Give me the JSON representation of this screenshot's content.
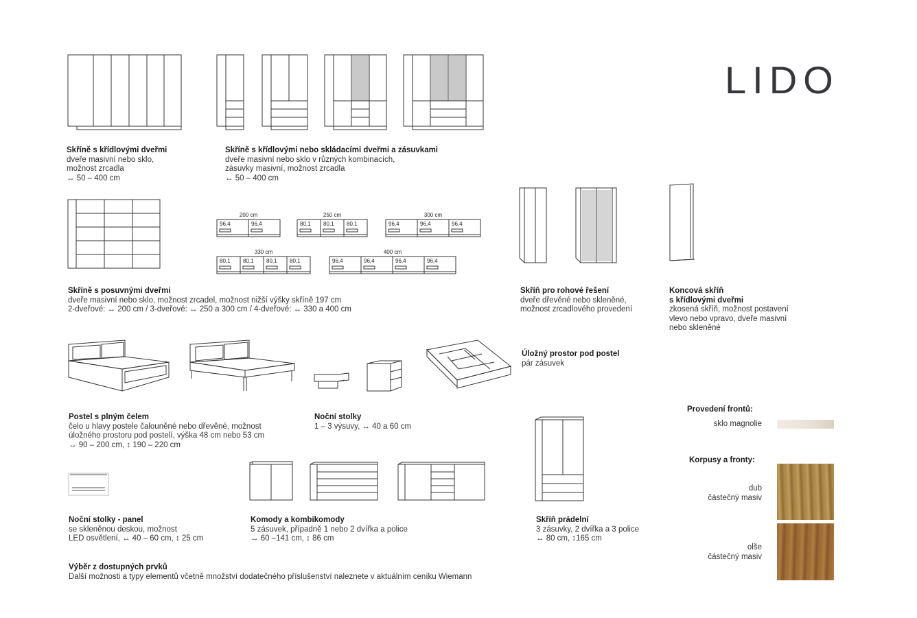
{
  "brand": "LIDO",
  "sections": {
    "wardrobes_hinged": {
      "title": "Skříně s křídlovými dveřmi",
      "lines": [
        "dveře masivní nebo sklo,",
        "možnost zrcadla",
        "↔ 50 – 400 cm"
      ]
    },
    "wardrobes_combo": {
      "title": "Skříně s křídlovými nebo skládacími dveřmi a zásuvkami",
      "lines": [
        "dveře masivní nebo sklo v různých kombinacích,",
        "zásuvky masivní, možnost zrcadla",
        "↔ 50 – 400 cm"
      ]
    },
    "wardrobes_sliding": {
      "title": "Skříně s posuvnými dveřmi",
      "lines": [
        "dveře masivní nebo sklo, možnost zrcadel, možnost nižší výšky skříně 197 cm",
        "2-dveřové: ↔ 200 cm / 3-dveřové: ↔ 250 a 300 cm / 4-dveřové: ↔ 330 a 400 cm"
      ]
    },
    "corner_wardrobe": {
      "title": "Skříň pro rohové řešení",
      "lines": [
        "dveře dřevěné nebo skleněné,",
        "možnost zrcadlového provedení"
      ]
    },
    "end_wardrobe": {
      "title": "Koncová skříň",
      "title2": "s křídlovými dveřmi",
      "lines": [
        "zkosená skříň, možnost postavení",
        "vlevo nebo vpravo, dveře masivní",
        "nebo skleněné"
      ]
    },
    "under_bed": {
      "title": "Úložný prostor pod postel",
      "lines": [
        "pár zásuvek"
      ]
    },
    "bed": {
      "title": "Postel s plným čelem",
      "lines": [
        "čelo u hlavy postele čalouněné nebo dřevěné, možnost",
        "úložného prostoru pod postelí, výška 48 cm nebo 53 cm",
        "↔ 90 – 200 cm, ↕ 190 – 220 cm"
      ]
    },
    "nightstands": {
      "title": "Noční stolky",
      "lines": [
        "1 – 3 výsuvy, ↔ 40 a 60 cm"
      ]
    },
    "nightstand_panel": {
      "title": "Noční stolky - panel",
      "lines": [
        "se skleněnou deskou, možnost",
        "LED osvětlení, ↔ 40 – 60 cm, ↕ 25 cm"
      ]
    },
    "dressers": {
      "title": "Komody a kombikomody",
      "lines": [
        "5 zásuvek, případně 1 nebo 2 dvířka a police",
        "↔ 60 –141 cm, ↕ 86 cm"
      ]
    },
    "linen": {
      "title": "Skříň prádelní",
      "lines": [
        "3 zásuvky, 2 dvířka a 3 police",
        "↔ 80 cm, ↕165 cm"
      ]
    },
    "footer": {
      "title": "Výběr z dostupných prvků",
      "lines": [
        "Další možnosti a typy elementů včetně množství dodatečného příslušenství naleznete v aktuálním ceníku Wiemann"
      ]
    }
  },
  "sliding_configs": [
    {
      "width": "200 cm",
      "panels": [
        "96,4",
        "96,4"
      ]
    },
    {
      "width": "250 cm",
      "panels": [
        "80,1",
        "80,1",
        "80,1"
      ]
    },
    {
      "width": "300 cm",
      "panels": [
        "96,4",
        "96,4",
        "96,4"
      ]
    },
    {
      "width": "330 cm",
      "panels": [
        "80,1",
        "80,1",
        "80,1",
        "80,1"
      ]
    },
    {
      "width": "400 cm",
      "panels": [
        "96,4",
        "96,4",
        "96,4",
        "96,4"
      ]
    }
  ],
  "finishes": {
    "fronts_heading": "Provedení frontů:",
    "glass": {
      "label": "sklo magnolie",
      "color": "#e8e1d6"
    },
    "bodies_heading": "Korpusy a fronty:",
    "oak": {
      "label1": "dub",
      "label2": "částečný masiv",
      "color": "#a9864a"
    },
    "alder": {
      "label1": "olše",
      "label2": "částečný masiv",
      "color": "#9a6a34"
    }
  }
}
